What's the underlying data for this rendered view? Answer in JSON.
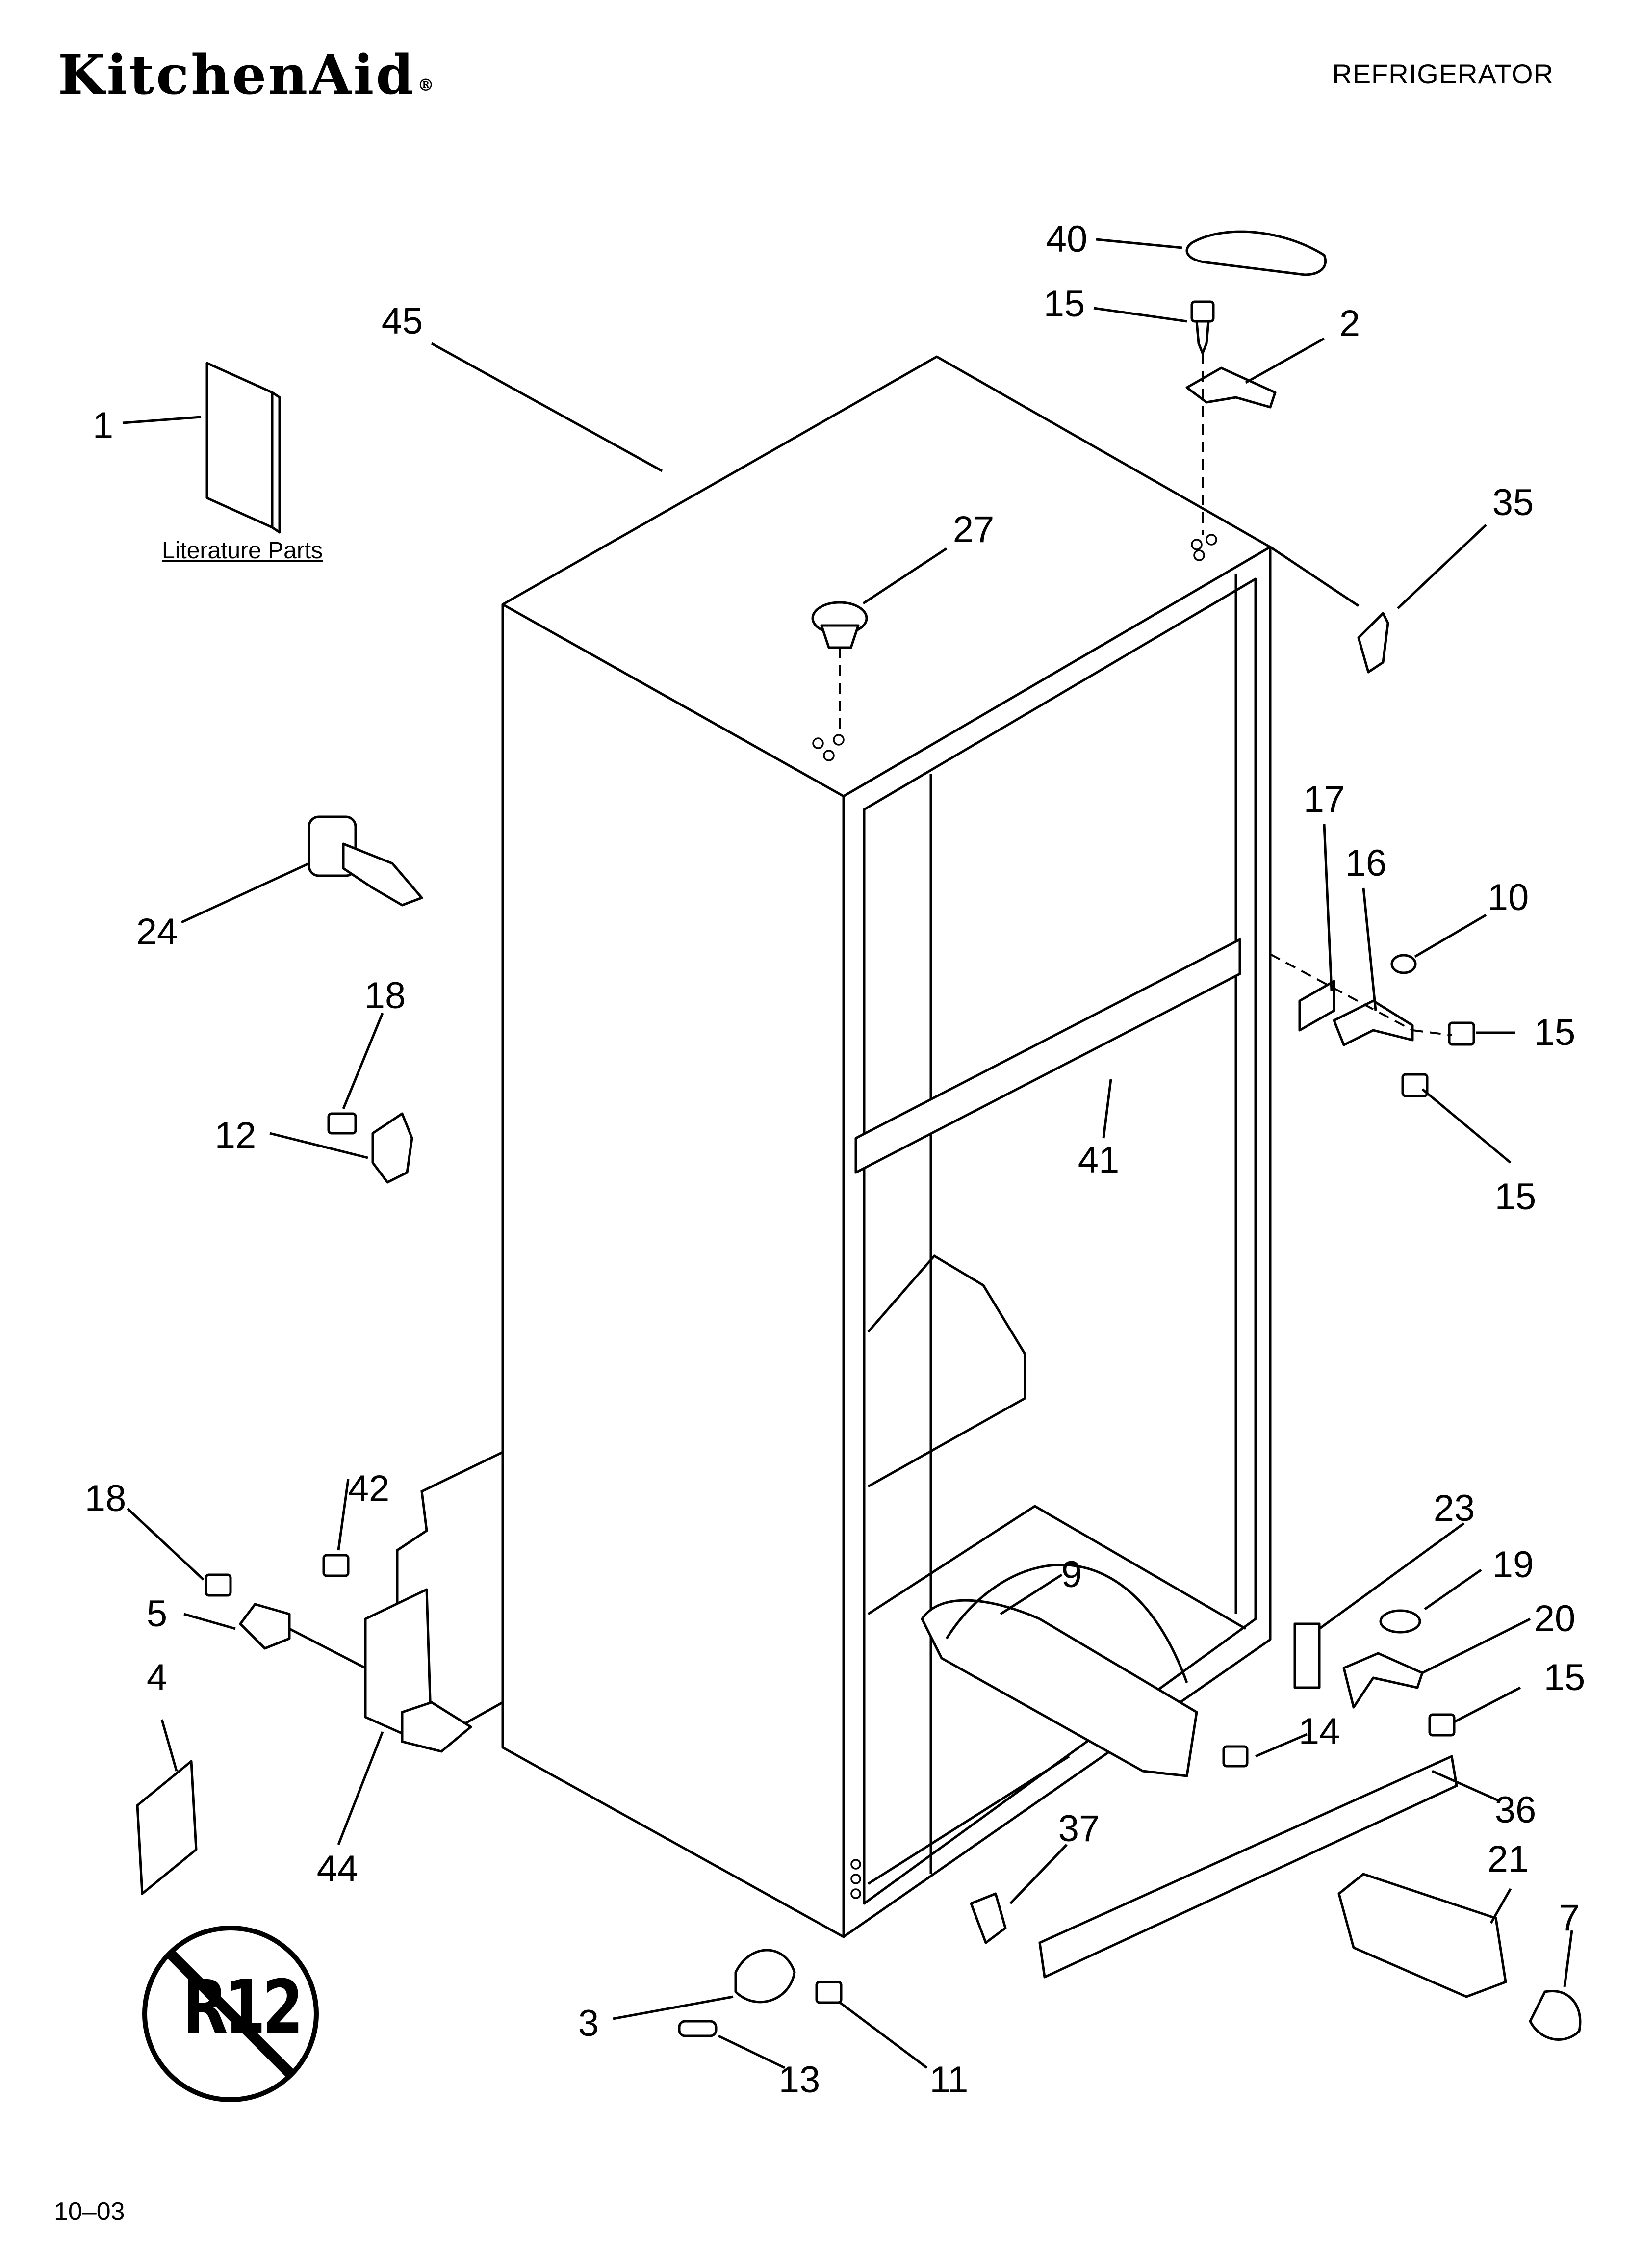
{
  "header": {
    "brand": "KitchenAid",
    "brand_mark": "®",
    "product": "REFRIGERATOR"
  },
  "labels": {
    "literature_parts": "Literature Parts",
    "date_code": "10–03"
  },
  "badges": {
    "no_r12": "R12"
  },
  "callouts": [
    {
      "id": "c-40",
      "text": "40"
    },
    {
      "id": "c-15a",
      "text": "15"
    },
    {
      "id": "c-2",
      "text": "2"
    },
    {
      "id": "c-45",
      "text": "45"
    },
    {
      "id": "c-1",
      "text": "1"
    },
    {
      "id": "c-35",
      "text": "35"
    },
    {
      "id": "c-27",
      "text": "27"
    },
    {
      "id": "c-17",
      "text": "17"
    },
    {
      "id": "c-16",
      "text": "16"
    },
    {
      "id": "c-10",
      "text": "10"
    },
    {
      "id": "c-24",
      "text": "24"
    },
    {
      "id": "c-18a",
      "text": "18"
    },
    {
      "id": "c-15b",
      "text": "15"
    },
    {
      "id": "c-41",
      "text": "41"
    },
    {
      "id": "c-15c",
      "text": "15"
    },
    {
      "id": "c-12",
      "text": "12"
    },
    {
      "id": "c-18b",
      "text": "18"
    },
    {
      "id": "c-42",
      "text": "42"
    },
    {
      "id": "c-23",
      "text": "23"
    },
    {
      "id": "c-9",
      "text": "9"
    },
    {
      "id": "c-19",
      "text": "19"
    },
    {
      "id": "c-5",
      "text": "5"
    },
    {
      "id": "c-20",
      "text": "20"
    },
    {
      "id": "c-15d",
      "text": "15"
    },
    {
      "id": "c-4",
      "text": "4"
    },
    {
      "id": "c-14",
      "text": "14"
    },
    {
      "id": "c-36",
      "text": "36"
    },
    {
      "id": "c-44",
      "text": "44"
    },
    {
      "id": "c-37",
      "text": "37"
    },
    {
      "id": "c-21",
      "text": "21"
    },
    {
      "id": "c-7",
      "text": "7"
    },
    {
      "id": "c-3",
      "text": "3"
    },
    {
      "id": "c-13",
      "text": "13"
    },
    {
      "id": "c-11",
      "text": "11"
    }
  ]
}
